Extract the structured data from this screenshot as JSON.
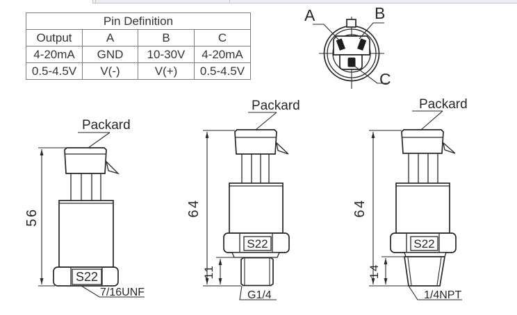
{
  "pin_table": {
    "title": "Pin Definition",
    "columns": [
      "Output",
      "A",
      "B",
      "C"
    ],
    "rows": [
      [
        "4-20mA",
        "GND",
        "10-30V",
        "4-20mA"
      ],
      [
        "0.5-4.5V",
        "V(-)",
        "V(+)",
        "0.5-4.5V"
      ]
    ]
  },
  "connector_view": {
    "pin_a": "A",
    "pin_b": "B",
    "pin_c": "C"
  },
  "sensors": [
    {
      "connector": "Packard",
      "overall_height": "56",
      "hex": "S22",
      "thread": "7/16UNF"
    },
    {
      "connector": "Packard",
      "overall_height": "64",
      "hex": "S22",
      "thread_length": "11",
      "thread": "G1/4"
    },
    {
      "connector": "Packard",
      "overall_height": "64",
      "hex": "S22",
      "thread_length": "14",
      "thread": "1/4NPT"
    }
  ],
  "colors": {
    "ink": "#262626",
    "table_border": "#7a7a7a",
    "strip_fill": "#ededf3",
    "strip_border": "#c3c3cd"
  }
}
